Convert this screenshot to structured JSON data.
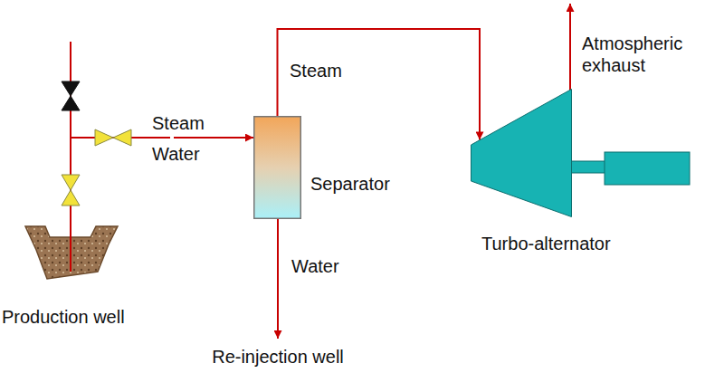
{
  "diagram": {
    "nodes": [
      {
        "text": [
          "Production well"
        ]
      },
      {
        "text": [
          "Separator"
        ]
      },
      {
        "text": [
          "Turbo-alternator"
        ]
      }
    ],
    "edges": [
      {
        "from": 0,
        "to": 1,
        "arrow": "to"
      },
      {
        "from": 1,
        "to": 2,
        "label": "Steam",
        "arrow": "to"
      }
    ],
    "labels": [
      "Steam",
      "Water",
      "Water",
      "Re-injection well",
      "Atmospheric exhaust"
    ]
  }
}
